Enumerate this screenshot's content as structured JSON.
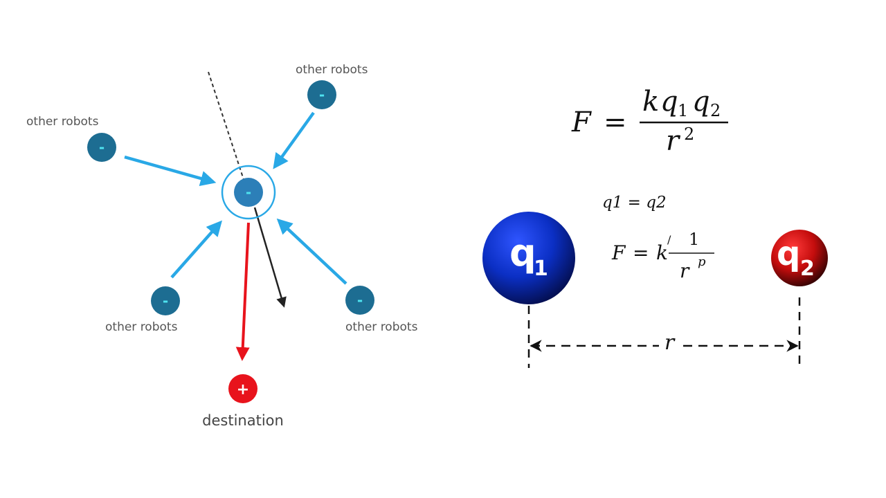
{
  "left_diagram": {
    "robot_labels": [
      "other robots",
      "other robots",
      "other robots",
      "other robots"
    ],
    "robot_sign": "-",
    "center_sign": "-",
    "destination_sign": "+",
    "destination_label": "destination",
    "colors": {
      "robot": "#1d6d92",
      "robot_sign": "#4ee3f0",
      "force_arrow": "#29a8e6",
      "destination": "#e8131c",
      "resultant": "#222222"
    }
  },
  "right_diagram": {
    "formula_main": {
      "lhs": "F",
      "equals": "=",
      "numerator_k": "k",
      "numerator_q1": "q",
      "numerator_q1_sub": "1",
      "numerator_q2": "q",
      "numerator_q2_sub": "2",
      "denominator": "r",
      "denominator_exp": "2"
    },
    "equality": "q1 = q2",
    "formula_secondary": {
      "lhs": "F",
      "equals": "=",
      "k": "k",
      "prime": "/",
      "numerator": "1",
      "denominator": "r",
      "denominator_exp": "p"
    },
    "charge1": {
      "symbol": "q",
      "subscript": "1",
      "color": "#0a2fc8"
    },
    "charge2": {
      "symbol": "q",
      "subscript": "2",
      "color": "#c40d0d"
    },
    "distance_label": "r"
  }
}
